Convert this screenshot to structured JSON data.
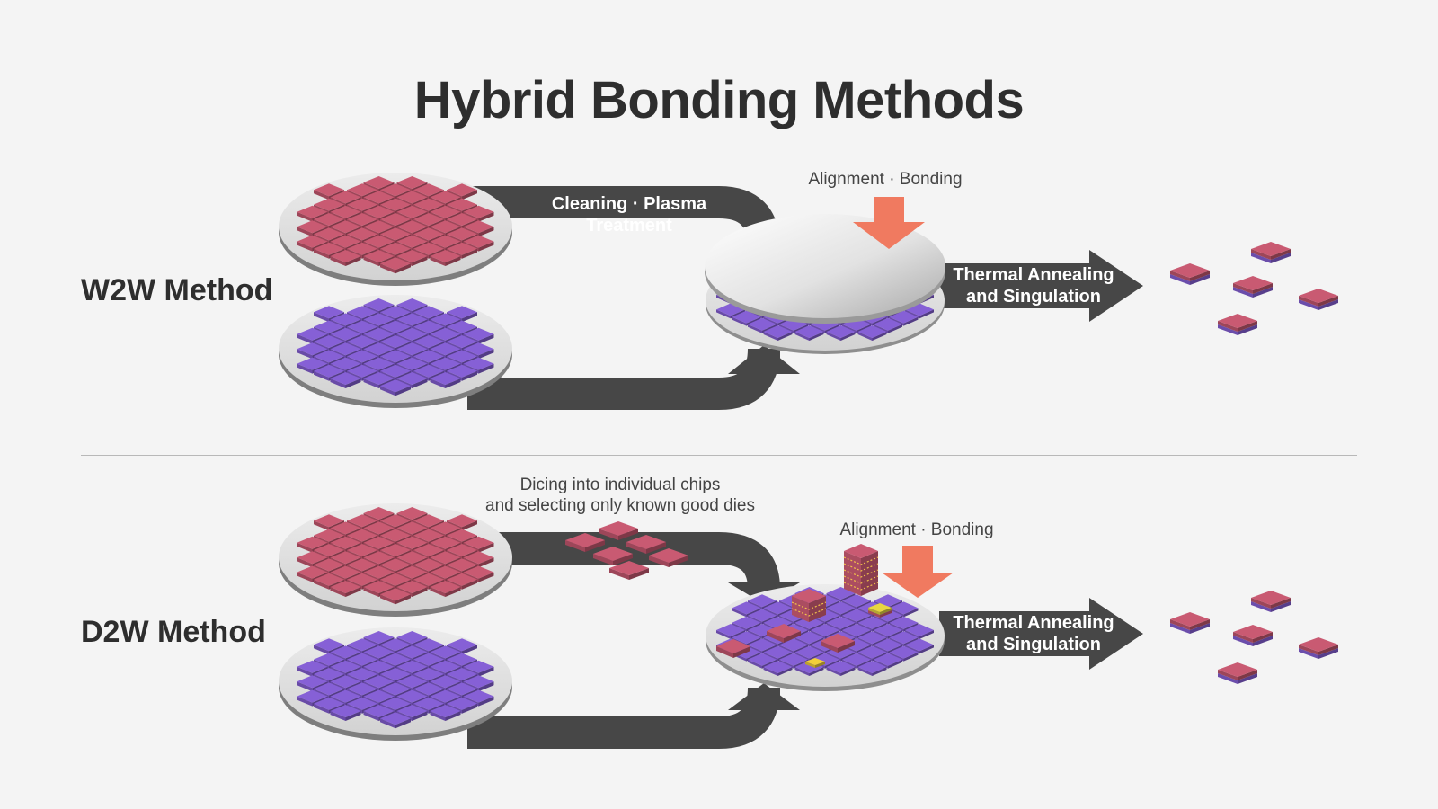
{
  "title": "Hybrid Bonding Methods",
  "w2w": {
    "label": "W2W Method",
    "step1": "Cleaning · Plasma Treatment",
    "step2": "Alignment · Bonding",
    "step3_line1": "Thermal Annealing",
    "step3_line2": "and Singulation"
  },
  "d2w": {
    "label": "D2W Method",
    "step1_line1": "Dicing into individual chips",
    "step1_line2": "and selecting only known good dies",
    "step2": "Alignment · Bonding",
    "step3_line1": "Thermal Annealing",
    "step3_line2": "and Singulation"
  },
  "colors": {
    "top_die": "#c95a72",
    "bottom_die": "#8660d6",
    "flow_arrow": "#474747",
    "bond_arrow": "#f07a60",
    "background": "#f4f4f4"
  }
}
